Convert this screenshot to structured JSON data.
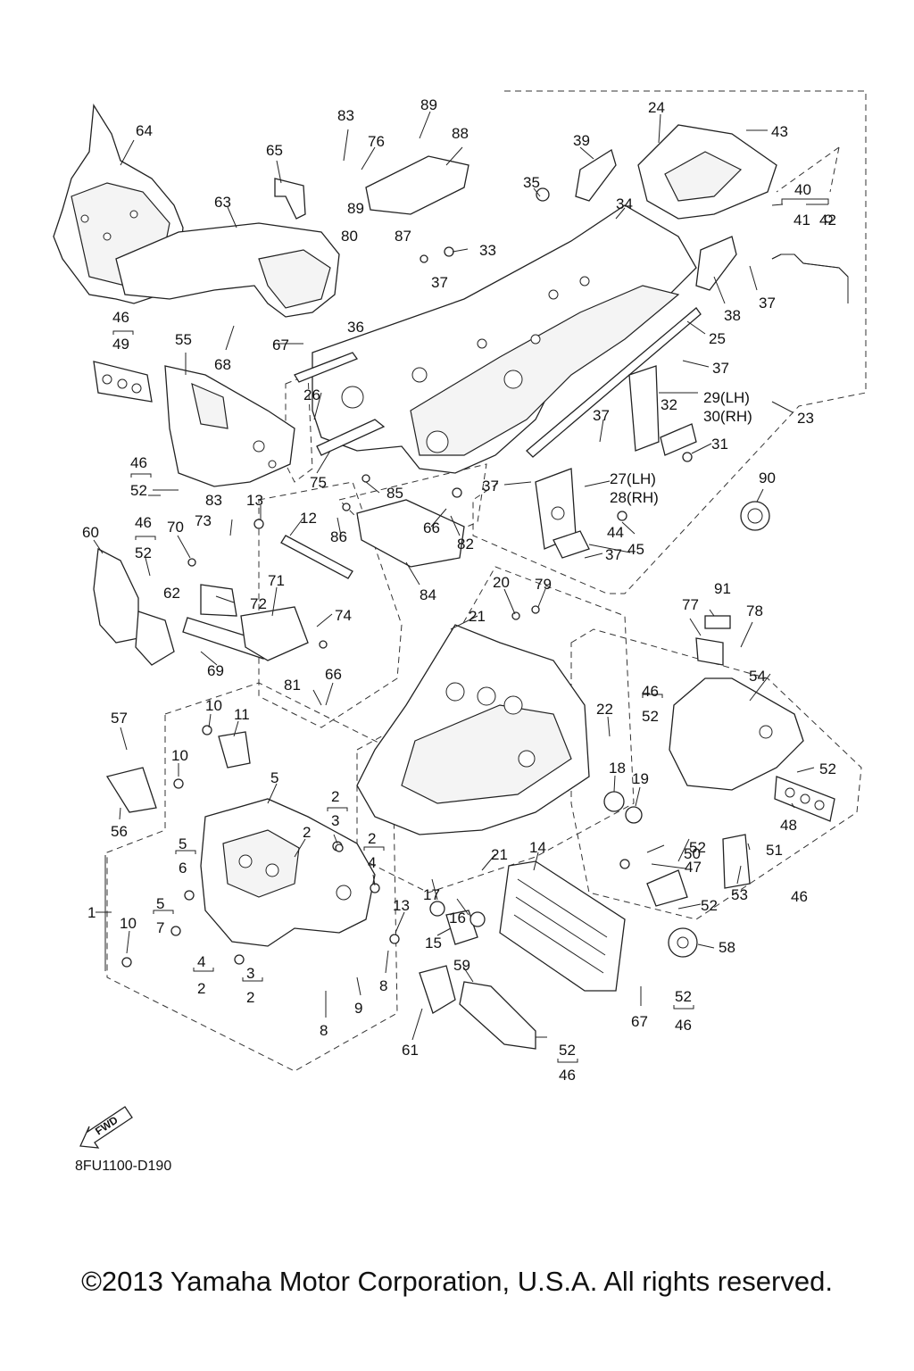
{
  "diagram": {
    "drawing_code": "8FU1100-D190",
    "forward_arrow_label": "FWD",
    "callouts": [
      {
        "id": "c1",
        "text": "1"
      },
      {
        "id": "c2a",
        "text": "2"
      },
      {
        "id": "c2b",
        "text": "2"
      },
      {
        "id": "c2c",
        "text": "2"
      },
      {
        "id": "c2d",
        "text": "2"
      },
      {
        "id": "c2e",
        "text": "2"
      },
      {
        "id": "c3a",
        "text": "3"
      },
      {
        "id": "c3b",
        "text": "3"
      },
      {
        "id": "c4a",
        "text": "4"
      },
      {
        "id": "c4b",
        "text": "4"
      },
      {
        "id": "c5a",
        "text": "5"
      },
      {
        "id": "c5b",
        "text": "5"
      },
      {
        "id": "c5c",
        "text": "5"
      },
      {
        "id": "c6",
        "text": "6"
      },
      {
        "id": "c7",
        "text": "7"
      },
      {
        "id": "c8a",
        "text": "8"
      },
      {
        "id": "c8b",
        "text": "8"
      },
      {
        "id": "c9",
        "text": "9"
      },
      {
        "id": "c10a",
        "text": "10"
      },
      {
        "id": "c10b",
        "text": "10"
      },
      {
        "id": "c10c",
        "text": "10"
      },
      {
        "id": "c11",
        "text": "11"
      },
      {
        "id": "c12",
        "text": "12"
      },
      {
        "id": "c13a",
        "text": "13"
      },
      {
        "id": "c13b",
        "text": "13"
      },
      {
        "id": "c14",
        "text": "14"
      },
      {
        "id": "c15",
        "text": "15"
      },
      {
        "id": "c16",
        "text": "16"
      },
      {
        "id": "c17",
        "text": "17"
      },
      {
        "id": "c18",
        "text": "18"
      },
      {
        "id": "c19",
        "text": "19"
      },
      {
        "id": "c20",
        "text": "20"
      },
      {
        "id": "c21a",
        "text": "21"
      },
      {
        "id": "c21b",
        "text": "21"
      },
      {
        "id": "c22",
        "text": "22"
      },
      {
        "id": "c23",
        "text": "23"
      },
      {
        "id": "c24",
        "text": "24"
      },
      {
        "id": "c25",
        "text": "25"
      },
      {
        "id": "c26",
        "text": "26"
      },
      {
        "id": "c27",
        "text": "27(LH)"
      },
      {
        "id": "c28",
        "text": "28(RH)"
      },
      {
        "id": "c29",
        "text": "29(LH)"
      },
      {
        "id": "c30",
        "text": "30(RH)"
      },
      {
        "id": "c31",
        "text": "31"
      },
      {
        "id": "c32",
        "text": "32"
      },
      {
        "id": "c33",
        "text": "33"
      },
      {
        "id": "c34",
        "text": "34"
      },
      {
        "id": "c35",
        "text": "35"
      },
      {
        "id": "c36",
        "text": "36"
      },
      {
        "id": "c37a",
        "text": "37"
      },
      {
        "id": "c37b",
        "text": "37"
      },
      {
        "id": "c37c",
        "text": "37"
      },
      {
        "id": "c37d",
        "text": "37"
      },
      {
        "id": "c37e",
        "text": "37"
      },
      {
        "id": "c37f",
        "text": "37"
      },
      {
        "id": "c38",
        "text": "38"
      },
      {
        "id": "c39",
        "text": "39"
      },
      {
        "id": "c40",
        "text": "40"
      },
      {
        "id": "c41",
        "text": "41"
      },
      {
        "id": "c42",
        "text": "42"
      },
      {
        "id": "c43",
        "text": "43"
      },
      {
        "id": "c44",
        "text": "44"
      },
      {
        "id": "c45",
        "text": "45"
      },
      {
        "id": "c46a",
        "text": "46"
      },
      {
        "id": "c46b",
        "text": "46"
      },
      {
        "id": "c46c",
        "text": "46"
      },
      {
        "id": "c46d",
        "text": "46"
      },
      {
        "id": "c46e",
        "text": "46"
      },
      {
        "id": "c46f",
        "text": "46"
      },
      {
        "id": "c46g",
        "text": "46"
      },
      {
        "id": "c47",
        "text": "47"
      },
      {
        "id": "c48",
        "text": "48"
      },
      {
        "id": "c49",
        "text": "49"
      },
      {
        "id": "c50",
        "text": "50"
      },
      {
        "id": "c51",
        "text": "51"
      },
      {
        "id": "c52a",
        "text": "52"
      },
      {
        "id": "c52b",
        "text": "52"
      },
      {
        "id": "c52c",
        "text": "52"
      },
      {
        "id": "c52d",
        "text": "52"
      },
      {
        "id": "c52e",
        "text": "52"
      },
      {
        "id": "c52f",
        "text": "52"
      },
      {
        "id": "c52g",
        "text": "52"
      },
      {
        "id": "c52h",
        "text": "52"
      },
      {
        "id": "c53",
        "text": "53"
      },
      {
        "id": "c54",
        "text": "54"
      },
      {
        "id": "c55",
        "text": "55"
      },
      {
        "id": "c56",
        "text": "56"
      },
      {
        "id": "c57",
        "text": "57"
      },
      {
        "id": "c58",
        "text": "58"
      },
      {
        "id": "c59",
        "text": "59"
      },
      {
        "id": "c60",
        "text": "60"
      },
      {
        "id": "c61",
        "text": "61"
      },
      {
        "id": "c62",
        "text": "62"
      },
      {
        "id": "c63",
        "text": "63"
      },
      {
        "id": "c64",
        "text": "64"
      },
      {
        "id": "c65",
        "text": "65"
      },
      {
        "id": "c66a",
        "text": "66"
      },
      {
        "id": "c66b",
        "text": "66"
      },
      {
        "id": "c67a",
        "text": "67"
      },
      {
        "id": "c67b",
        "text": "67"
      },
      {
        "id": "c68",
        "text": "68"
      },
      {
        "id": "c69",
        "text": "69"
      },
      {
        "id": "c70",
        "text": "70"
      },
      {
        "id": "c71",
        "text": "71"
      },
      {
        "id": "c72",
        "text": "72"
      },
      {
        "id": "c73",
        "text": "73"
      },
      {
        "id": "c74",
        "text": "74"
      },
      {
        "id": "c75",
        "text": "75"
      },
      {
        "id": "c76",
        "text": "76"
      },
      {
        "id": "c77",
        "text": "77"
      },
      {
        "id": "c78",
        "text": "78"
      },
      {
        "id": "c79",
        "text": "79"
      },
      {
        "id": "c80",
        "text": "80"
      },
      {
        "id": "c81",
        "text": "81"
      },
      {
        "id": "c82",
        "text": "82"
      },
      {
        "id": "c83a",
        "text": "83"
      },
      {
        "id": "c83b",
        "text": "83"
      },
      {
        "id": "c84",
        "text": "84"
      },
      {
        "id": "c85",
        "text": "85"
      },
      {
        "id": "c86",
        "text": "86"
      },
      {
        "id": "c87",
        "text": "87"
      },
      {
        "id": "c88",
        "text": "88"
      },
      {
        "id": "c89a",
        "text": "89"
      },
      {
        "id": "c89b",
        "text": "89"
      },
      {
        "id": "c90",
        "text": "90"
      },
      {
        "id": "c91",
        "text": "91"
      }
    ]
  },
  "footer": {
    "copyright": "©2013 Yamaha Motor Corporation, U.S.A. All rights reserved."
  }
}
